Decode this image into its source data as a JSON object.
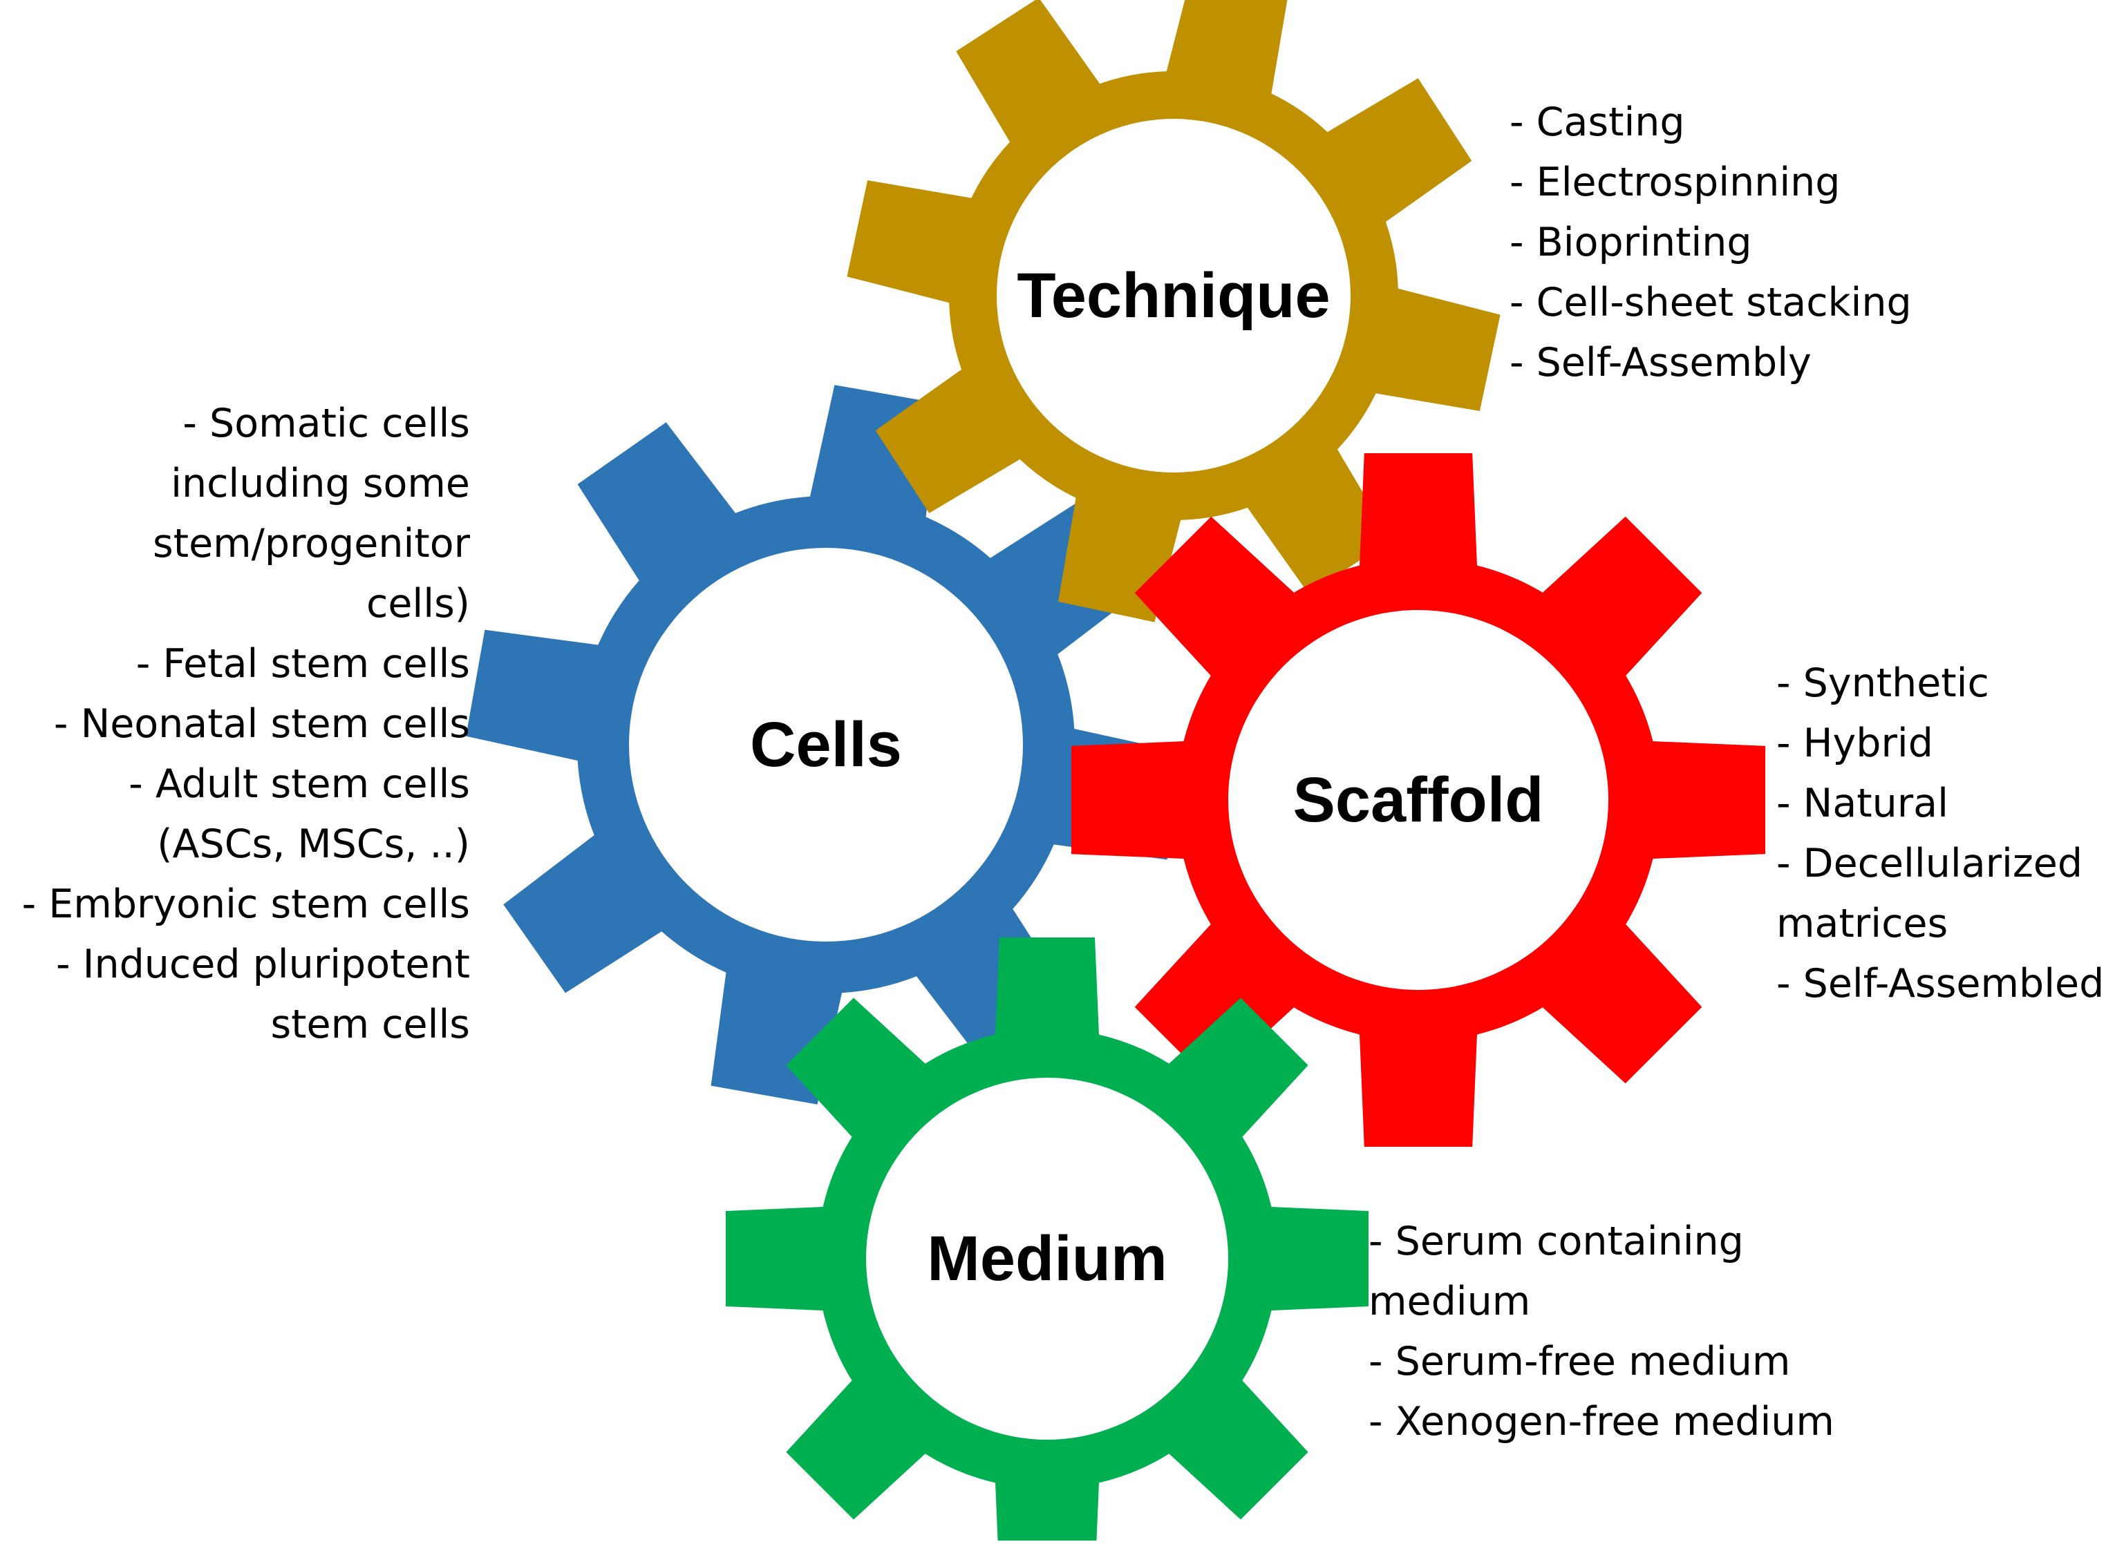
{
  "gears": [
    {
      "id": "technique",
      "label": "Technique",
      "color": "#BF9000"
    },
    {
      "id": "cells",
      "label": "Cells",
      "color": "#2E75B6"
    },
    {
      "id": "scaffold",
      "label": "Scaffold",
      "color": "#FF0000"
    },
    {
      "id": "medium",
      "label": "Medium",
      "color": "#00B050"
    }
  ],
  "lists": {
    "technique": [
      "- Casting",
      "- Electrospinning",
      "- Bioprinting",
      "- Cell-sheet stacking",
      "- Self-Assembly"
    ],
    "cells": [
      "-    Somatic cells",
      "including some",
      "stem/progenitor",
      "cells)",
      "-    Fetal stem cells",
      "-    Neonatal stem cells",
      "- Adult stem cells",
      "(ASCs, MSCs, ..)",
      "- Embryonic stem cells",
      "- Induced pluripotent",
      "stem cells"
    ],
    "scaffold": [
      "- Synthetic",
      "- Hybrid",
      "- Natural",
      "- Decellularized",
      "matrices",
      "- Self-Assembled"
    ],
    "medium": [
      "- Serum containing",
      "medium",
      "- Serum-free medium",
      "- Xenogen-free medium"
    ]
  }
}
